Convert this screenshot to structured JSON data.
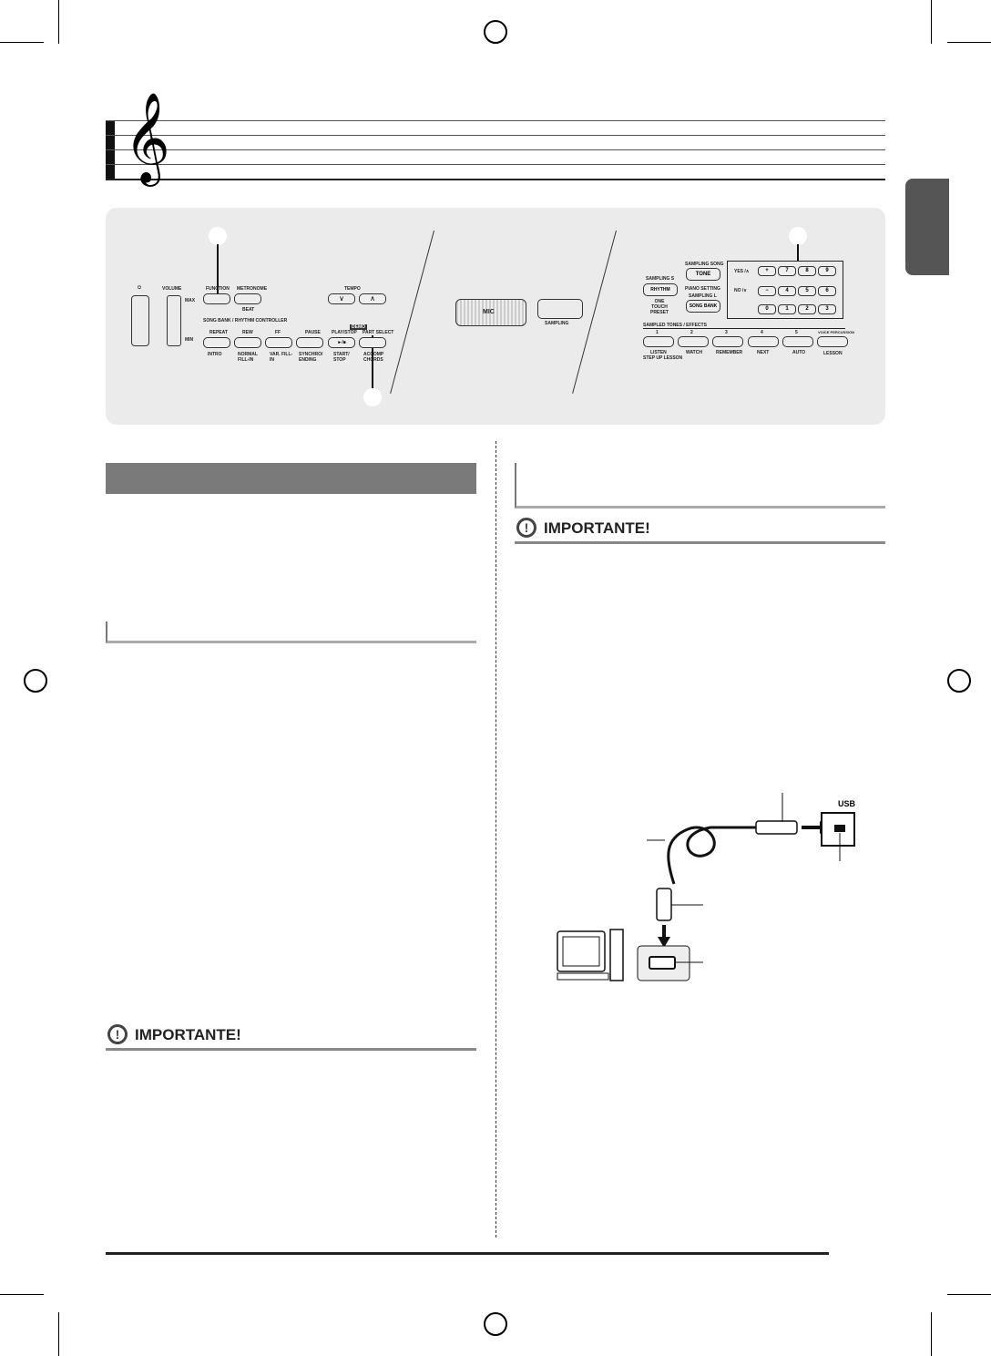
{
  "panel": {
    "power_label": "⏻",
    "volume_label": "VOLUME",
    "vol_max": "MAX",
    "vol_min": "MIN",
    "function_label": "FUNCTION",
    "metronome_label": "METRONOME",
    "beat_label": "BEAT",
    "tempo_label": "TEMPO",
    "tempo_down": "∨",
    "tempo_up": "∧",
    "controller_label": "SONG BANK / RHYTHM CONTROLLER",
    "demo_label": "DEMO",
    "top_buttons": [
      "REPEAT",
      "REW",
      "FF",
      "PAUSE",
      "PLAY/STOP",
      "PART SELECT"
    ],
    "play_glyph": "►/■",
    "bottom_labels": [
      "INTRO",
      "NORMAL FILL-IN",
      "VAR. FILL-IN",
      "SYNCHRO/ ENDING",
      "START/ STOP",
      "ACCOMP CHORDS"
    ],
    "mic_label": "MIC",
    "sampling_label": "SAMPLING",
    "sampling_song": "SAMPLING SONG",
    "tone_label": "TONE",
    "sampling_s": "SAMPLING S",
    "rhythm_label": "RHYTHM",
    "piano_setting": "PIANO SETTING",
    "sampling_l": "SAMPLING L",
    "song_bank": "SONG BANK",
    "one_touch": "ONE TOUCH PRESET",
    "yes_label": "YES /∧",
    "no_label": "NO /∨",
    "keypad": [
      "+",
      "7",
      "8",
      "9",
      "−",
      "4",
      "5",
      "6",
      "0",
      "1",
      "2",
      "3"
    ],
    "sampled_label": "SAMPLED TONES / EFFECTS",
    "lesson_numbers": [
      "1",
      "2",
      "3",
      "4",
      "5",
      "VOICE PERCUSSION"
    ],
    "lesson_labels": [
      "LISTEN",
      "WATCH",
      "REMEMBER",
      "NEXT",
      "AUTO",
      "LESSON"
    ],
    "step_up": "STEP UP LESSON"
  },
  "important_label": "IMPORTANTE!",
  "usb_label": "USB"
}
